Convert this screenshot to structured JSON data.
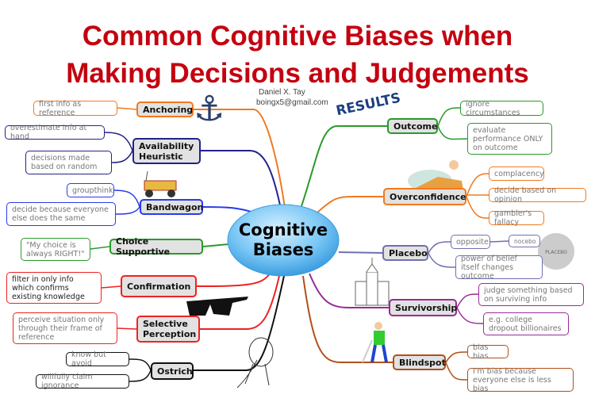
{
  "title": {
    "line1": "Common Cognitive Biases when",
    "line2": "Making Decisions and Judgements"
  },
  "author": {
    "name": "Daniel X. Tay",
    "email": "boingx5@gmail.com"
  },
  "center": {
    "line1": "Cognitive",
    "line2": "Biases"
  },
  "colors": {
    "title": "#c4000f",
    "anchoring": "#f07a20",
    "availability": "#22228a",
    "bandwagon": "#2a3ae8",
    "choice": "#2a9a2a",
    "confirmation": "#ee2222",
    "selective": "#ee2222",
    "ostrich": "#111111",
    "outcome": "#2a9a2a",
    "overconfidence": "#f07a20",
    "placebo": "#7070b0",
    "survivorship": "#9a2a9a",
    "blindspot": "#b0501a",
    "center": "#6fc3f3"
  },
  "branches": {
    "anchoring": {
      "label": "Anchoring",
      "leaves": [
        "first info as reference"
      ],
      "icon": "anchor-icon"
    },
    "availability": {
      "label": "Availability Heuristic",
      "leaves": [
        "overestimate info at hand",
        "decisions made based on random"
      ]
    },
    "bandwagon": {
      "label": "Bandwagon",
      "leaves": [
        "groupthink",
        "decide because everyone else does the same"
      ],
      "icon": "wagon-icon"
    },
    "choice": {
      "label": "Choice Supportive",
      "leaves": [
        "\"My choice is always RIGHT!\""
      ]
    },
    "confirmation": {
      "label": "Confirmation",
      "leaves": [
        "filter in only info which confirms existing knowledge"
      ]
    },
    "selective": {
      "label": "Selective Perception",
      "leaves": [
        "perceive situation only through their frame of reference"
      ],
      "icon": "sunglasses-icon"
    },
    "ostrich": {
      "label": "Ostrich",
      "leaves": [
        "know but avoid",
        "willfully claim ignorance"
      ],
      "icon": "ostrich-icon"
    },
    "outcome": {
      "label": "Outcome",
      "leaves": [
        "ignore circumstances",
        "evaluate performance ONLY on outcome"
      ],
      "icon": "results-magnifier-icon",
      "icon_text": "RESULTS"
    },
    "overconfidence": {
      "label": "Overconfidence",
      "leaves": [
        "complacency",
        "decide based on opinion",
        "gambler's fallacy"
      ],
      "icon": "relaxed-man-icon"
    },
    "placebo": {
      "label": "Placebo",
      "leaves": [
        "opposite",
        "power of belief itself changes outcome"
      ],
      "sub_leaf": "nocebo",
      "icon": "placebo-pill-icon",
      "icon_text": "PLACEBO"
    },
    "survivorship": {
      "label": "Survivorship",
      "leaves": [
        "judge something based on surviving info",
        "e.g. college dropout billionaires"
      ],
      "icon": "castle-icon"
    },
    "blindspot": {
      "label": "Blindspot",
      "leaves": [
        "bias bias",
        "I'm bias because everyone else is less bias"
      ],
      "icon": "blind-man-icon"
    }
  }
}
